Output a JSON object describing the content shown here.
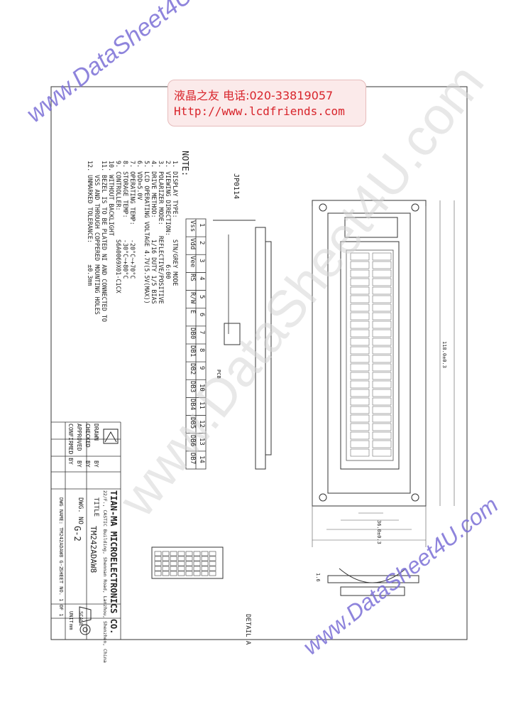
{
  "watermark": {
    "top": "www.DataSheet4U.com",
    "bottom": "www.DataSheet4U.com",
    "center": "www.DataSheet4U.com"
  },
  "stamp": {
    "line1": "液晶之友 电话:020-33819057",
    "line2": "Http://www.lcdfriends.com"
  },
  "company": {
    "name": "TIAN-MA MICROELECTRONICS CO.",
    "address": "22/F., CASTIC Building, Shennan Road, Lanzhou, Shenzhen, China"
  },
  "title_block": {
    "drawn": "DRAWN",
    "by1": "BY",
    "checked": "CHECKED",
    "by2": "BY",
    "approved": "APPROVED",
    "by3": "BY",
    "confirmed": "CONFIRMED BY",
    "title_label": "TITLE",
    "title_value": "TM242ADAW8",
    "dwg_label": "DWG. NO",
    "dwg_value": "G-2",
    "dwg_name": "DWG NAME: TM242ADAW8 G-2",
    "sheet": "SHEET NO. 1 OF 1",
    "scale": "SCALE",
    "unit": "UNIT",
    "unit_value": "mm"
  },
  "notes": {
    "heading": "NOTE:",
    "items": [
      "1. DISPLAY TYPE:      STN/GREY MODE",
      "2. VIEWING DIRECTION:        6:00",
      "3. POLARIZER MODE:   REFLECTIVE/POSITIVE",
      "4. DRIVE METHOD:      1/16 DUTY 1/5 BIAS",
      "5. LCD OPERATING VOLTAGE 4.7V(5.5V(MAX))",
      "6. VDD=5.0V",
      "7. OPERATING TEMP:    -20°C~+70°C",
      "8. STORAGE TEMP:      -30°C~+80°C",
      "9. CONTROLLER:        S6A0069X01-C1CX",
      "10. WITHOUT BACKLIGHT",
      "11. BEZEL IS TO BE PLATED NI AND CONNECTED TO",
      "    VSS AND THROUGH COPPERED MOUNTING HOLES",
      "12. UNMARKED TOLERANCE:      ±0.3mm"
    ]
  },
  "pin_table": {
    "numbers": [
      "1",
      "2",
      "3",
      "4",
      "5",
      "6",
      "7",
      "8",
      "9",
      "10",
      "11",
      "12",
      "13",
      "14"
    ],
    "signals": [
      "Vss",
      "Vdd",
      "Vee",
      "RS",
      "R/W",
      "E",
      "DB0",
      "DB1",
      "DB2",
      "DB3",
      "DB4",
      "DB5",
      "DB6",
      "DB7"
    ]
  },
  "labels": {
    "connector": "JP0114",
    "detail": "DETAIL A",
    "pcb": "PCB",
    "thickness": "1.6",
    "dim_right": "118.0±0.3",
    "dim_total": "36.0±0.3"
  }
}
